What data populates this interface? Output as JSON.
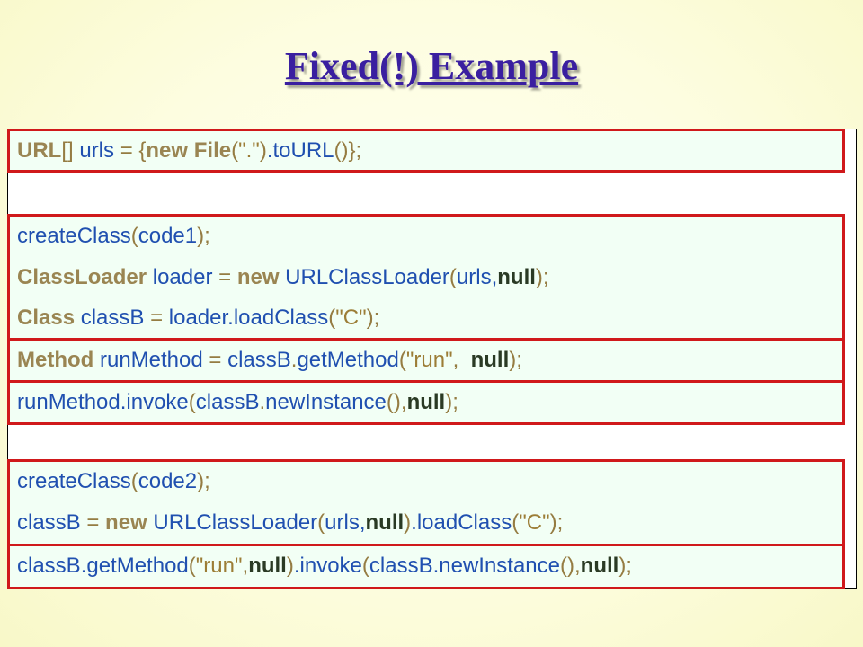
{
  "slide": {
    "title": "Fixed(!) Example"
  },
  "code": {
    "l1": {
      "a": "URL",
      "b": "[]",
      "c": " urls ",
      "d": "=",
      "e": " ",
      "f": "{",
      "g": "new",
      "h": " ",
      "i": "File",
      "j": "(",
      "k": "\".\"",
      "l": ")",
      "m": ".toURL",
      "n": "()",
      "o": "};"
    },
    "l2": {
      "a": "createClass",
      "b": "(",
      "c": "code1",
      "d": ");"
    },
    "l3": {
      "a": "ClassLoader",
      "b": " loader ",
      "c": "=",
      "d": " ",
      "e": "new",
      "f": " URLClassLoader",
      "g": "(",
      "h": "urls,",
      "i": "null",
      "j": ");"
    },
    "l4": {
      "a": "Class",
      "b": " classB ",
      "c": "=",
      "d": " loader.loadClass",
      "e": "(",
      "f": "\"C\"",
      "g": ");"
    },
    "l5": {
      "a": "Method",
      "b": " runMethod ",
      "c": "=",
      "d": " classB",
      "e": ".",
      "f": "getMethod",
      "g": "(",
      "h": "\"run\"",
      "i": ",  ",
      "j": "null",
      "k": ");"
    },
    "l6": {
      "a": "runMethod.invoke",
      "b": "(",
      "c": "classB",
      "d": ".",
      "e": "newInstance",
      "f": "(),",
      "g": "null",
      "h": ");"
    },
    "l7": {
      "a": "createClass",
      "b": "(",
      "c": "code2",
      "d": ");"
    },
    "l8": {
      "a": "classB ",
      "b": "=",
      "c": " ",
      "d": "new",
      "e": " URLClassLoader",
      "f": "(",
      "g": "urls,",
      "h": "null",
      "i": ")",
      "j": ".loadClass",
      "k": "(",
      "l": "\"C\"",
      "m": ");"
    },
    "l9": {
      "a": "classB.getMethod",
      "b": "(",
      "c": "\"run\"",
      "d": ",",
      "e": "null",
      "f": ")",
      "g": ".invoke",
      "h": "(",
      "i": "classB.newInstance",
      "j": "(),",
      "k": "null",
      "l": ");"
    }
  },
  "colors": {
    "title": "#3a1fa0",
    "highlight_border": "#d0191b",
    "code_text": "#2050b0",
    "keyword": "#9a8552",
    "null_keyword": "#2a3a24"
  }
}
